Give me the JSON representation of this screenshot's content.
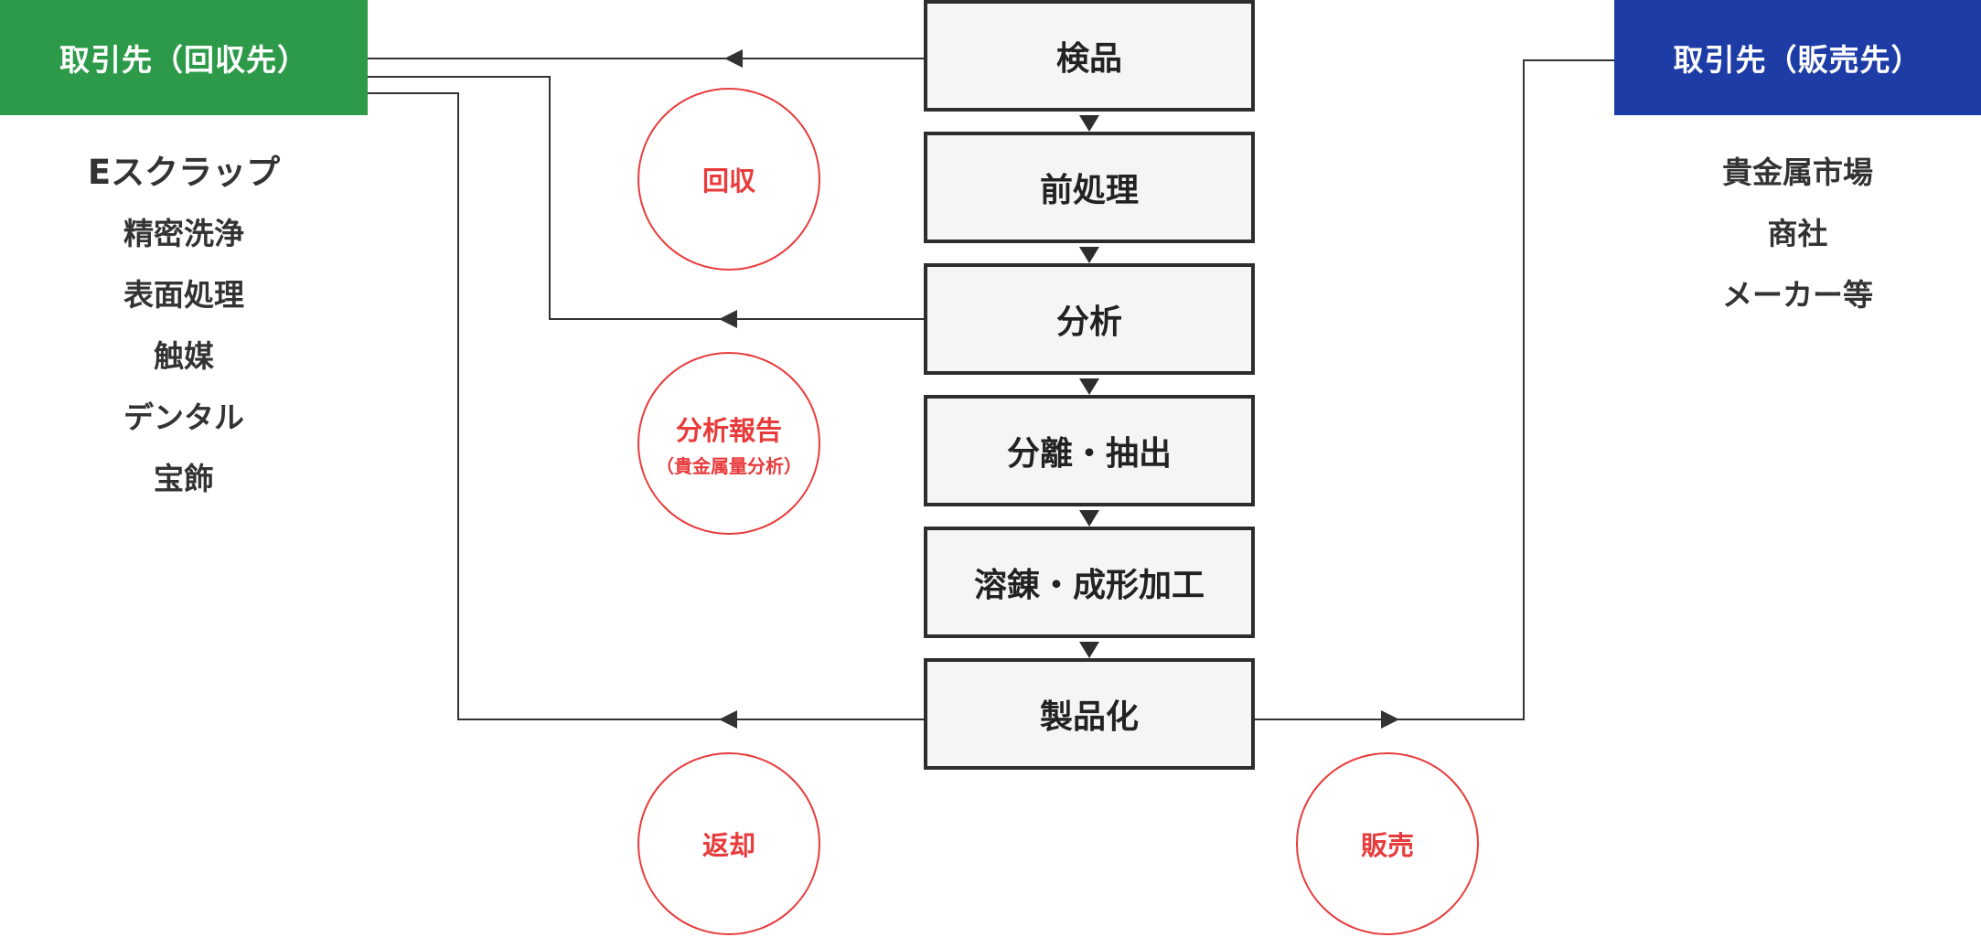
{
  "colors": {
    "collect_header": "#2d9a4a",
    "sell_header": "#1e3ca6",
    "circle_accent": "#e83b3b",
    "line": "#333333",
    "step_border": "#2d2d2d",
    "step_fill": "#f5f5f5"
  },
  "left_header": {
    "label": "取引先（回収先）"
  },
  "right_header": {
    "label": "取引先（販売先）"
  },
  "left_items": [
    "Eスクラップ",
    "精密洗浄",
    "表面処理",
    "触媒",
    "デンタル",
    "宝飾"
  ],
  "right_items": [
    "貴金属市場",
    "商社",
    "メーカー等"
  ],
  "steps": [
    "検品",
    "前処理",
    "分析",
    "分離・抽出",
    "溶錬・成形加工",
    "製品化"
  ],
  "circles": {
    "collect": {
      "label": "回収"
    },
    "report": {
      "label": "分析報告",
      "sub": "（貴金属量分析）"
    },
    "return": {
      "label": "返却"
    },
    "sell": {
      "label": "販売"
    }
  }
}
